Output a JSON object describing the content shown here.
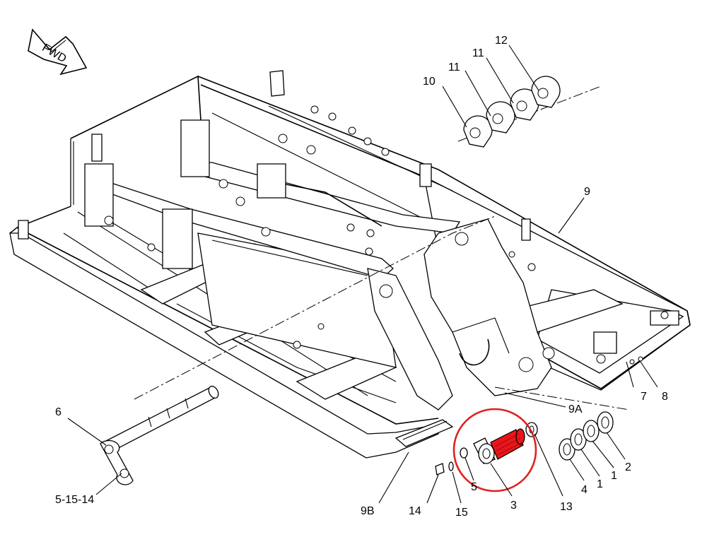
{
  "diagram": {
    "direction_arrow": {
      "label": "FWD",
      "icon": "fwd-arrow-icon"
    },
    "callouts": {
      "c1a": "1",
      "c1b": "1",
      "c2": "2",
      "c3": "3",
      "c4": "4",
      "c5": "5",
      "c6": "6",
      "c7": "7",
      "c8": "8",
      "c9": "9",
      "c9a": "9A",
      "c9b": "9B",
      "c10": "10",
      "c11a": "11",
      "c11b": "11",
      "c12": "12",
      "c13": "13",
      "c14": "14",
      "c15": "15",
      "c5_15_14": "5-15-14"
    },
    "highlight": {
      "part": "3",
      "color": "#e8151b",
      "ring_color": "#e02020"
    }
  }
}
